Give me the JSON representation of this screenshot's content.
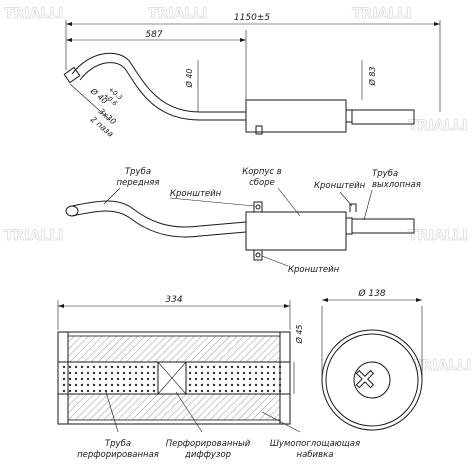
{
  "watermark": "TRIALLI",
  "dims": {
    "total_length": "1150±5",
    "front_length": "587",
    "angle_x": "3x30",
    "angle_places": "2 паза",
    "pipe_diameter": "Ø 40",
    "pipe_tol_top": "+0.3",
    "pipe_tol_bot": "+0.6",
    "body_height": "Ø 40",
    "body_diameter": "Ø 83",
    "section_length": "334",
    "inner_pipe": "Ø 45",
    "round_diameter": "Ø 138"
  },
  "labels": {
    "front_pipe_1": "Труба",
    "front_pipe_2": "передняя",
    "bracket_top": "Кронштейн",
    "body_1": "Корпус в",
    "body_2": "сборе",
    "bracket_right": "Кронштейн",
    "exhaust_pipe_1": "Труба",
    "exhaust_pipe_2": "выхлопная",
    "bracket_bottom": "Кронштейн",
    "perforated_pipe_1": "Труба",
    "perforated_pipe_2": "перфорированная",
    "perforated_diffuser_1": "Перфорированный",
    "perforated_diffuser_2": "диффузор",
    "sound_absorbing_1": "Шумопоглощающая",
    "sound_absorbing_2": "набивка"
  }
}
